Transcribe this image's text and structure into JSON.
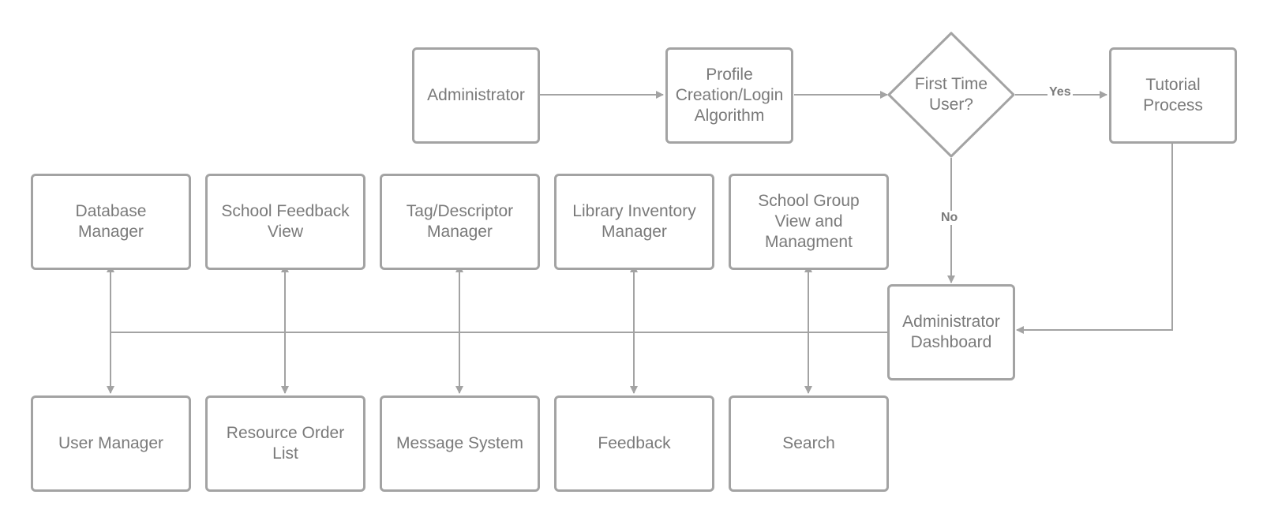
{
  "nodes": {
    "administrator": "Administrator",
    "profile": "Profile\nCreation/Login\nAlgorithm",
    "first_time": "First Time\nUser?",
    "tutorial": "Tutorial\nProcess",
    "dashboard": "Administrator\nDashboard",
    "database_manager": "Database\nManager",
    "school_feedback_view": "School Feedback\nView",
    "tag_manager": "Tag/Descriptor\nManager",
    "library_inventory": "Library Inventory\nManager",
    "school_group": "School Group\nView and\nManagment",
    "user_manager": "User Manager",
    "resource_order": "Resource Order\nList",
    "message_system": "Message System",
    "feedback": "Feedback",
    "search": "Search"
  },
  "edges": {
    "yes": "Yes",
    "no": "No"
  },
  "colors": {
    "stroke": "#a3a3a3",
    "text": "#7a7a7a"
  }
}
